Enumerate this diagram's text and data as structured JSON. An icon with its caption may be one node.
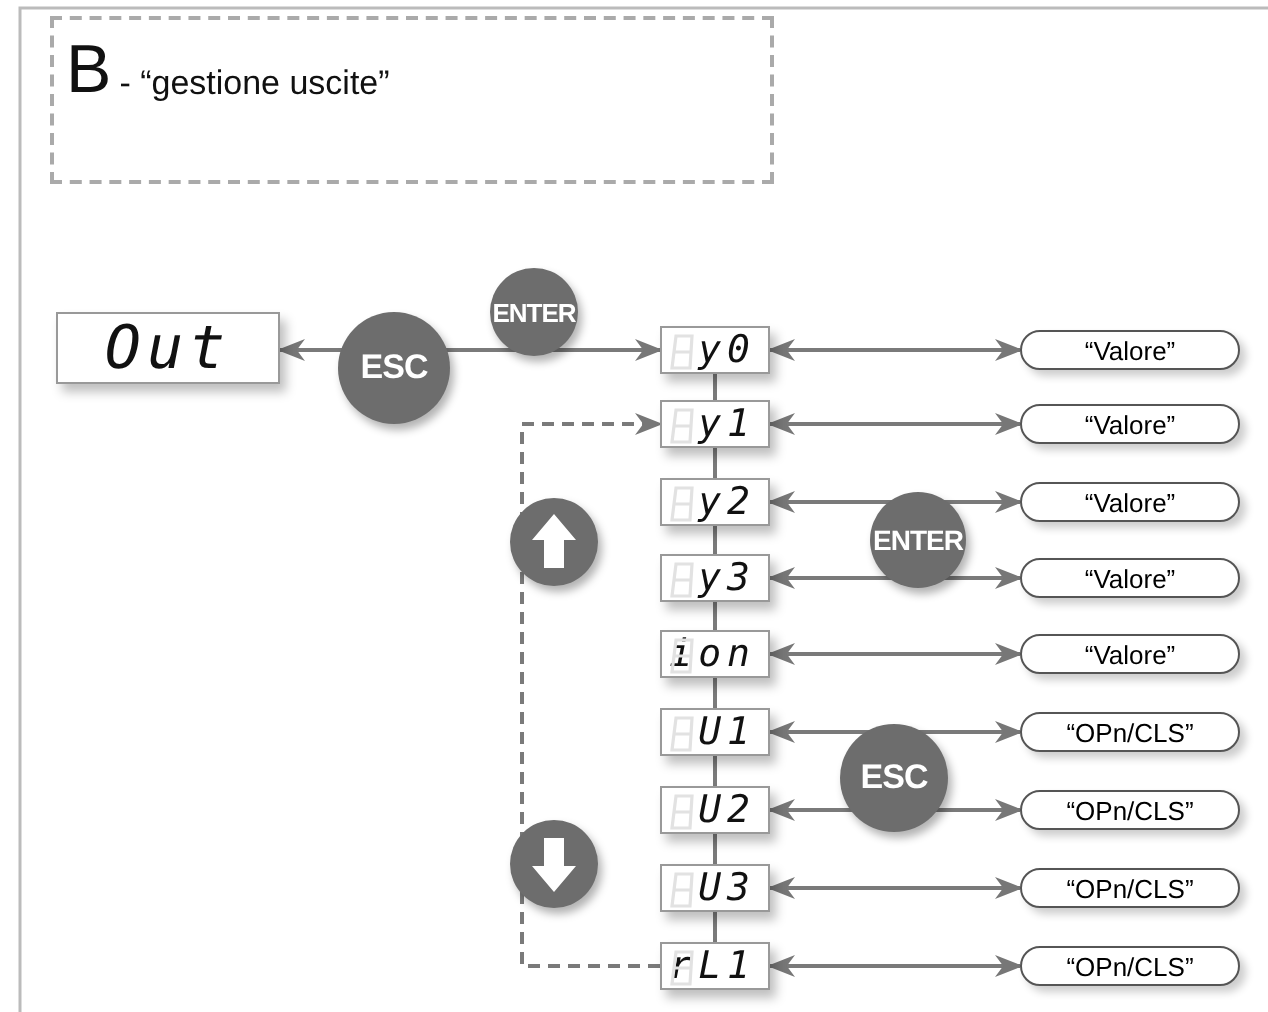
{
  "diagram": {
    "nodes": [
      {
        "text": [
          "B",
          "- “gestione uscite”"
        ]
      },
      {
        "text": [
          "Out"
        ]
      },
      {
        "text": [
          "y0"
        ]
      },
      {
        "text": [
          "y1"
        ]
      },
      {
        "text": [
          "y2"
        ]
      },
      {
        "text": [
          "y3"
        ]
      },
      {
        "text": [
          "ion"
        ]
      },
      {
        "text": [
          "U1"
        ]
      },
      {
        "text": [
          "U2"
        ]
      },
      {
        "text": [
          "U3"
        ]
      },
      {
        "text": [
          "rL1"
        ]
      },
      {
        "text": [
          "“Valore”"
        ]
      },
      {
        "text": [
          "“Valore”"
        ]
      },
      {
        "text": [
          "“Valore”"
        ]
      },
      {
        "text": [
          "“Valore”"
        ]
      },
      {
        "text": [
          "“Valore”"
        ]
      },
      {
        "text": [
          "“OPn/CLS”"
        ]
      },
      {
        "text": [
          "“OPn/CLS”"
        ]
      },
      {
        "text": [
          "“OPn/CLS”"
        ]
      },
      {
        "text": [
          "“OPn/CLS”"
        ]
      }
    ],
    "edges": [
      {
        "from": 1,
        "to": 2,
        "arrow": "both"
      },
      {
        "from": 2,
        "to": 3,
        "arrow": "none"
      },
      {
        "from": 3,
        "to": 4,
        "arrow": "none"
      },
      {
        "from": 4,
        "to": 5,
        "arrow": "none"
      },
      {
        "from": 5,
        "to": 6,
        "arrow": "none"
      },
      {
        "from": 6,
        "to": 7,
        "arrow": "none"
      },
      {
        "from": 7,
        "to": 8,
        "arrow": "none"
      },
      {
        "from": 8,
        "to": 9,
        "arrow": "none"
      },
      {
        "from": 9,
        "to": 10,
        "arrow": "none"
      },
      {
        "from": 10,
        "to": 3,
        "arrow": "to",
        "style": "dashed"
      },
      {
        "from": 2,
        "to": 11,
        "arrow": "both"
      },
      {
        "from": 3,
        "to": 12,
        "arrow": "both"
      },
      {
        "from": 4,
        "to": 13,
        "arrow": "both"
      },
      {
        "from": 5,
        "to": 14,
        "arrow": "both"
      },
      {
        "from": 6,
        "to": 15,
        "arrow": "both"
      },
      {
        "from": 7,
        "to": 16,
        "arrow": "both"
      },
      {
        "from": 8,
        "to": 17,
        "arrow": "both"
      },
      {
        "from": 9,
        "to": 18,
        "arrow": "both"
      },
      {
        "from": 10,
        "to": 19,
        "arrow": "both"
      }
    ],
    "labels": [
      "ENTER",
      "ESC",
      "ENTER",
      "ESC"
    ]
  }
}
